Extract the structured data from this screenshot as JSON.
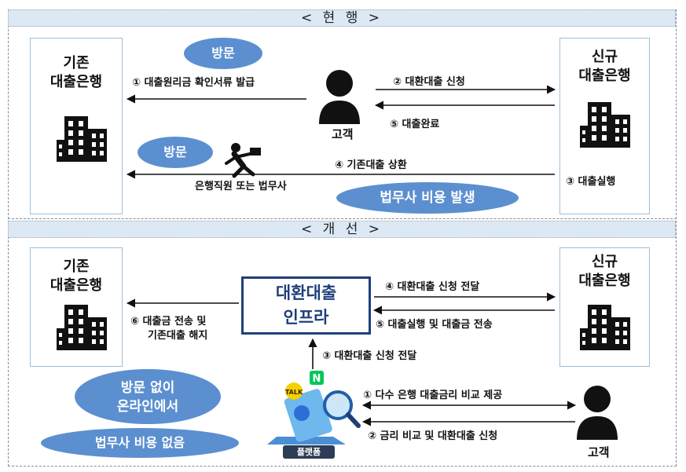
{
  "top": {
    "header": "< 현 행 >",
    "existing_bank": [
      "기존",
      "대출은행"
    ],
    "new_bank": [
      "신규",
      "대출은행"
    ],
    "customer": "고객",
    "visit_customer": "방문",
    "visit_staff": "방문",
    "step1": "① 대출원리금 확인서류 발급",
    "step2": "② 대환대출 신청",
    "step5": "⑤ 대출완료",
    "step4": "④ 기존대출 상환",
    "step3": "③ 대출실행",
    "staff": "은행직원 또는 법무사",
    "fee": "법무사 비용 발생"
  },
  "bottom": {
    "header": "< 개 선 >",
    "existing_bank": [
      "기존",
      "대출은행"
    ],
    "new_bank": [
      "신규",
      "대출은행"
    ],
    "infra": [
      "대환대출",
      "인프라"
    ],
    "step4": "④ 대환대출 신청 전달",
    "step5": "⑤ 대출실행 및 대출금 전송",
    "step6": [
      "⑥ 대출금 전송 및",
      "기존대출 해지"
    ],
    "step3": "③ 대환대출 신청 전달",
    "step1": "① 다수 은행 대출금리 비교 제공",
    "step2": "② 금리 비교 및 대환대출 신청",
    "online": [
      "방문 없이",
      "온라인에서"
    ],
    "no_fee": "법무사 비용 없음",
    "platform": "플랫폼",
    "customer": "고객",
    "app_talk": "TALK",
    "app_n": "N"
  },
  "colors": {
    "header_bg": "#dce9f4",
    "oval": "#5b8fd0",
    "infra_border": "#1f3f7a",
    "bank_border": "#9cc0dc"
  }
}
